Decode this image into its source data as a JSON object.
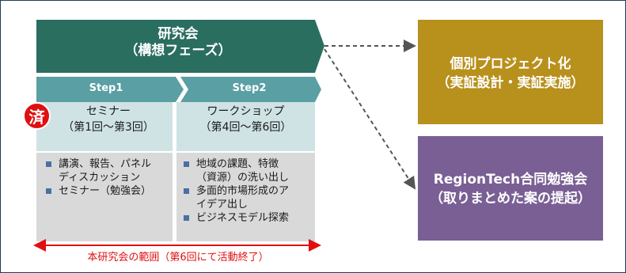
{
  "banner": {
    "line1": "研究会",
    "line2": "（構想フェーズ）"
  },
  "steps": [
    {
      "label": "Step1",
      "title_line1": "セミナー",
      "title_line2": "（第1回～第3回）",
      "bullets": [
        "講演、報告、パネル\nディスカッション",
        "セミナー（勉強会）"
      ]
    },
    {
      "label": "Step2",
      "title_line1": "ワークショップ",
      "title_line2": "（第4回～第6回）",
      "bullets": [
        "地域の課題、特徴\n（資源）の洗い出し",
        "多面的市場形成のア\nイデア出し",
        "ビジネスモデル探索"
      ]
    }
  ],
  "done_badge": "済",
  "scope_label": "本研究会の範囲（第6回にて活動終了）",
  "outcomes": [
    {
      "line1": "個別プロジェクト化",
      "line2": "（実証設計・実証実施）"
    },
    {
      "line1": "RegionTech合同勉強会",
      "line2": "（取りまとめた案の提起）"
    }
  ],
  "colors": {
    "banner": "#2a6e60",
    "step_bar": "#5a9fa4",
    "stage_panel": "#cfe3e5",
    "bullet_panel": "#d9d9d9",
    "outcome_gold": "#b8901c",
    "outcome_purple": "#7a5f95",
    "accent_red": "#e01010",
    "bullet_square": "#4a6fa5"
  }
}
